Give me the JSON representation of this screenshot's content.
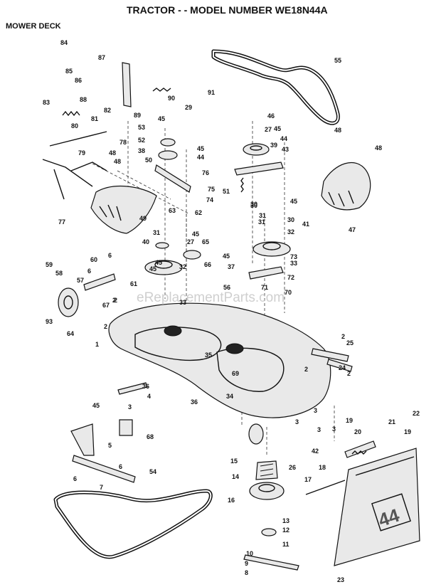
{
  "title": "TRACTOR - - MODEL NUMBER WE18N44A",
  "section": "MOWER DECK",
  "watermark": "eReplacementParts.com",
  "deck_marking": "44",
  "parts": [
    {
      "ref": "84"
    },
    {
      "ref": "85"
    },
    {
      "ref": "86"
    },
    {
      "ref": "87"
    },
    {
      "ref": "88"
    },
    {
      "ref": "90"
    },
    {
      "ref": "91"
    },
    {
      "ref": "29"
    },
    {
      "ref": "89"
    },
    {
      "ref": "83"
    },
    {
      "ref": "81"
    },
    {
      "ref": "82"
    },
    {
      "ref": "80"
    },
    {
      "ref": "53"
    },
    {
      "ref": "52"
    },
    {
      "ref": "38"
    },
    {
      "ref": "50"
    },
    {
      "ref": "78"
    },
    {
      "ref": "79"
    },
    {
      "ref": "48"
    },
    {
      "ref": "76"
    },
    {
      "ref": "46"
    },
    {
      "ref": "27"
    },
    {
      "ref": "39"
    },
    {
      "ref": "45"
    },
    {
      "ref": "44"
    },
    {
      "ref": "43"
    },
    {
      "ref": "51"
    },
    {
      "ref": "55"
    },
    {
      "ref": "47"
    },
    {
      "ref": "49"
    },
    {
      "ref": "77"
    },
    {
      "ref": "63"
    },
    {
      "ref": "62"
    },
    {
      "ref": "75"
    },
    {
      "ref": "74"
    },
    {
      "ref": "30"
    },
    {
      "ref": "31"
    },
    {
      "ref": "32"
    },
    {
      "ref": "41"
    },
    {
      "ref": "40"
    },
    {
      "ref": "65"
    },
    {
      "ref": "37"
    },
    {
      "ref": "66"
    },
    {
      "ref": "73"
    },
    {
      "ref": "33"
    },
    {
      "ref": "72"
    },
    {
      "ref": "71"
    },
    {
      "ref": "70"
    },
    {
      "ref": "56"
    },
    {
      "ref": "59"
    },
    {
      "ref": "58"
    },
    {
      "ref": "57"
    },
    {
      "ref": "60"
    },
    {
      "ref": "6"
    },
    {
      "ref": "61"
    },
    {
      "ref": "67"
    },
    {
      "ref": "93"
    },
    {
      "ref": "64"
    },
    {
      "ref": "2"
    },
    {
      "ref": "1"
    },
    {
      "ref": "25"
    },
    {
      "ref": "24"
    },
    {
      "ref": "35"
    },
    {
      "ref": "69"
    },
    {
      "ref": "36"
    },
    {
      "ref": "4"
    },
    {
      "ref": "3"
    },
    {
      "ref": "34"
    },
    {
      "ref": "68"
    },
    {
      "ref": "5"
    },
    {
      "ref": "42"
    },
    {
      "ref": "19"
    },
    {
      "ref": "22"
    },
    {
      "ref": "20"
    },
    {
      "ref": "21"
    },
    {
      "ref": "26"
    },
    {
      "ref": "15"
    },
    {
      "ref": "14"
    },
    {
      "ref": "18"
    },
    {
      "ref": "17"
    },
    {
      "ref": "7"
    },
    {
      "ref": "54"
    },
    {
      "ref": "16"
    },
    {
      "ref": "13"
    },
    {
      "ref": "12"
    },
    {
      "ref": "11"
    },
    {
      "ref": "10"
    },
    {
      "ref": "9"
    },
    {
      "ref": "8"
    },
    {
      "ref": "23"
    }
  ]
}
